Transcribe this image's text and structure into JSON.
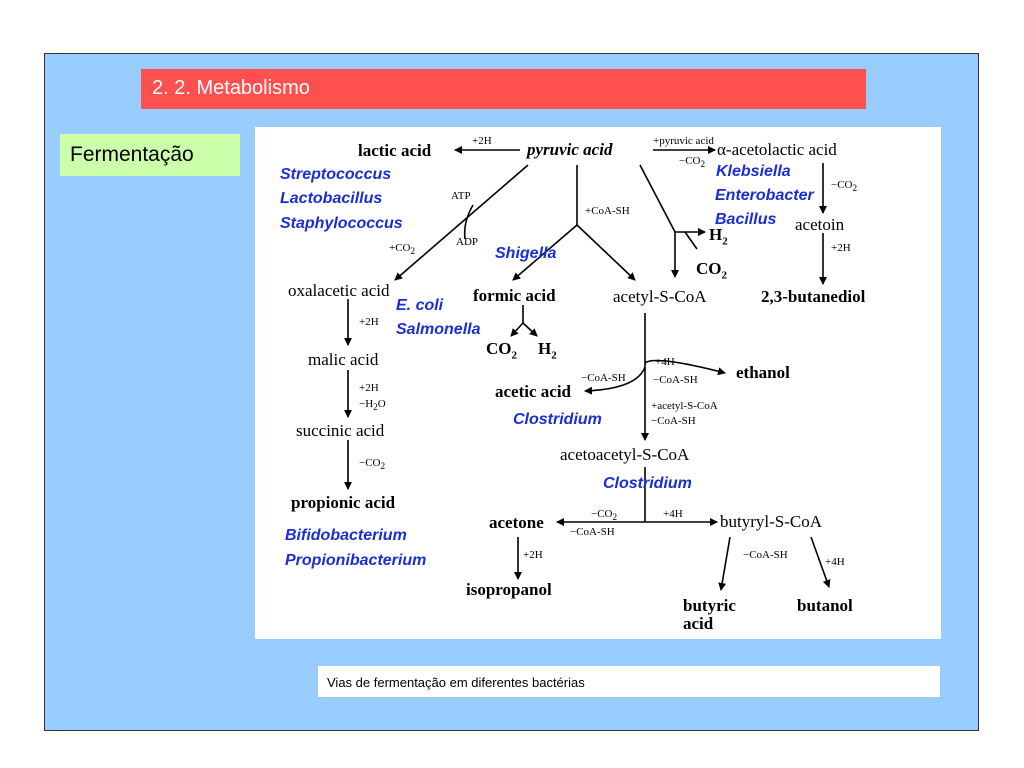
{
  "title": "2. 2. Metabolismo",
  "side_label": "Fermentação",
  "caption": "Vias de fermentação em diferentes bactérias",
  "colors": {
    "slide_bg": "#99ccff",
    "title_bar": "#ff5050",
    "side_box": "#ccffaa",
    "bacteria_text": "#1a2ed6"
  },
  "compounds": {
    "lactic": "lactic acid",
    "pyruvic": "pyruvic acid",
    "acetolactic": "α-acetolactic acid",
    "oxalacetic": "oxalacetic acid",
    "formic": "formic acid",
    "acetylscoa": "acetyl-S-CoA",
    "acetoin": "acetoin",
    "butanediol": "2,3-butanediol",
    "malic": "malic acid",
    "succinic": "succinic acid",
    "propionic": "propionic acid",
    "acetic": "acetic acid",
    "ethanol": "ethanol",
    "acetoacetyl": "acetoacetyl-S-CoA",
    "acetone": "acetone",
    "butyryl": "butyryl-S-CoA",
    "isopropanol": "isopropanol",
    "butyric": "butyric",
    "butyric2": "acid",
    "butanol": "butanol",
    "co2_a": "CO",
    "h2_a": "H",
    "co2_b": "CO",
    "h2_b": "H"
  },
  "bacteria": {
    "strep": "Streptococcus",
    "lacto": "Lactobacillus",
    "staph": "Staphylococcus",
    "kleb": "Klebsiella",
    "entero": "Enterobacter",
    "bacillus": "Bacillus",
    "shigella": "Shigella",
    "ecoli": "E. coli",
    "salmonella": "Salmonella",
    "clostr1": "Clostridium",
    "clostr2": "Clostridium",
    "bifido": "Bifidobacterium",
    "propioni": "Propionibacterium"
  },
  "reaction_labels": {
    "plus2h_lactic": "+2H",
    "plus_pyruvic": "+pyruvic acid",
    "minus_co2_top": "−CO",
    "atp": "ATP",
    "adp": "ADP",
    "plus_co2": "+CO",
    "plus_coash": "+CoA-SH",
    "minus_co2_acetoin": "−CO",
    "plus2h_acetoin": "+2H",
    "plus2h_malic": "+2H",
    "plus2h_succ": "+2H",
    "minus_h2o": "−H",
    "minus_h2o_o": "O",
    "minus_co2_prop": "−CO",
    "plus4h_eth": "+4H",
    "minus_coash_eth": "−CoA-SH",
    "minus_coash_acetic": "−CoA-SH",
    "plus_acetyl": "+acetyl-S-CoA",
    "minus_coash_aa": "−CoA-SH",
    "minus_co2_acetone": "−CO",
    "minus_coash_acetone": "−CoA-SH",
    "plus4h_butyryl": "+4H",
    "plus2h_iso": "+2H",
    "minus_coash_butyric": "−CoA-SH",
    "plus4h_butanol": "+4H",
    "sub2": "2"
  }
}
